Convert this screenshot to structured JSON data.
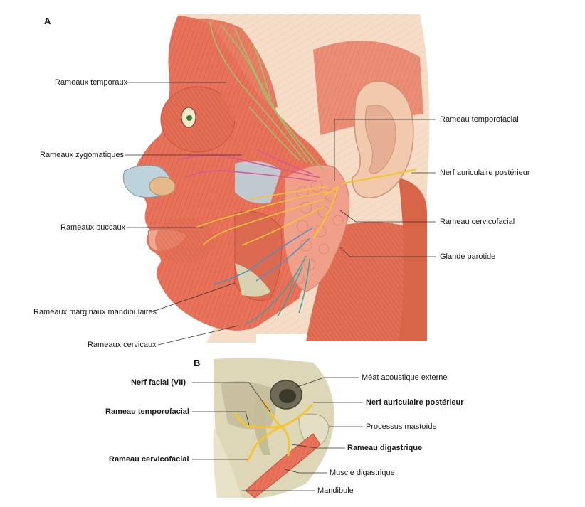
{
  "panels": {
    "a": "A",
    "b": "B"
  },
  "labels_a": {
    "rameaux_temporaux": "Rameaux temporaux",
    "rameaux_zygomatiques": "Rameaux zygomatiques",
    "rameaux_buccaux": "Rameaux buccaux",
    "rameaux_marginaux": "Rameaux marginaux mandibulaires",
    "rameaux_cervicaux": "Rameaux cervicaux",
    "rameau_temporofacial": "Rameau temporofacial",
    "nerf_auriculaire": "Nerf auriculaire postérieur",
    "rameau_cervicofacial": "Rameau cervicofacial",
    "glande_parotide": "Glande parotide"
  },
  "labels_b": {
    "nerf_facial": "Nerf facial (VII)",
    "rameau_temporofacial": "Rameau temporofacial",
    "rameau_cervicofacial": "Rameau cervicofacial",
    "meat_acoustique": "Méat acoustique externe",
    "nerf_auriculaire": "Nerf auriculaire postérieur",
    "processus_mastoide": "Processus mastoïde",
    "rameau_digastrique": "Rameau digastrique",
    "muscle_digastrique": "Muscle digastrique",
    "mandibule": "Mandibule"
  },
  "colors": {
    "muscle": "#e8735a",
    "muscle_dark": "#c9503a",
    "skin_bg": "#f6ddc8",
    "nerve_yellow": "#f2c531",
    "nerve_green": "#9cc26a",
    "nerve_pink": "#d9539a",
    "nerve_blue": "#4f8fc2",
    "nerve_teal": "#3aa39a",
    "gland": "#f0a08a",
    "bone": "#d8d2b0",
    "cartilage": "#bcd3dd"
  }
}
